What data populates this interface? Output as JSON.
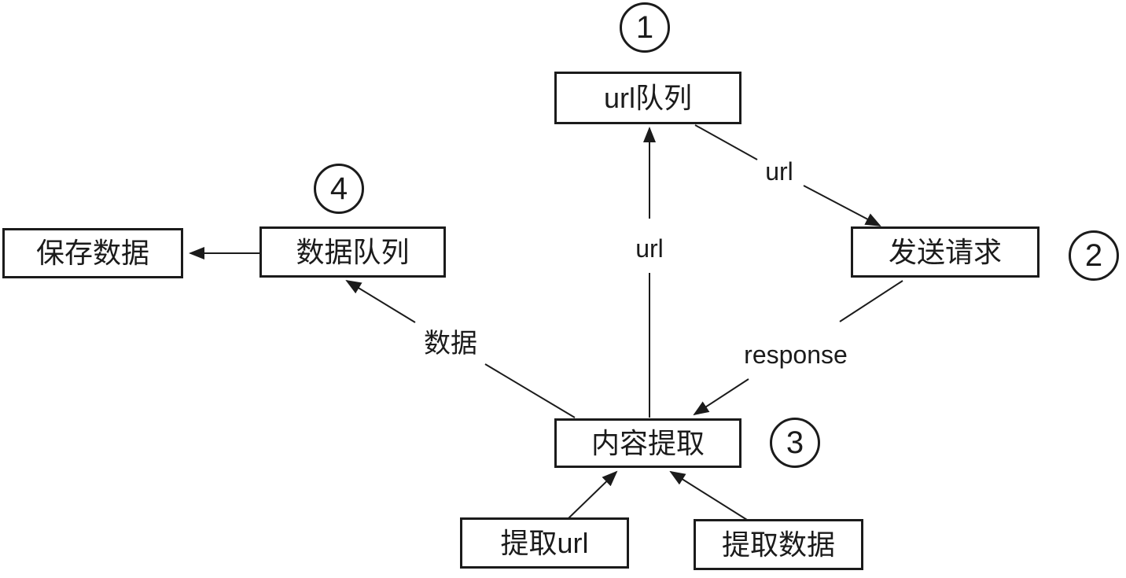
{
  "diagram": {
    "nodes": {
      "url_queue": {
        "label": "url队列"
      },
      "send_request": {
        "label": "发送请求"
      },
      "content_extract": {
        "label": "内容提取"
      },
      "data_queue": {
        "label": "数据队列"
      },
      "save_data": {
        "label": "保存数据"
      },
      "extract_url": {
        "label": "提取url"
      },
      "extract_data": {
        "label": "提取数据"
      }
    },
    "step_badges": {
      "step1": "1",
      "step2": "2",
      "step3": "3",
      "step4": "4"
    },
    "edge_labels": {
      "url_to_queue": "url",
      "url_to_request": "url",
      "response": "response",
      "data": "数据"
    },
    "colors": {
      "ink": "#1b1b1b",
      "background": "#ffffff"
    }
  }
}
